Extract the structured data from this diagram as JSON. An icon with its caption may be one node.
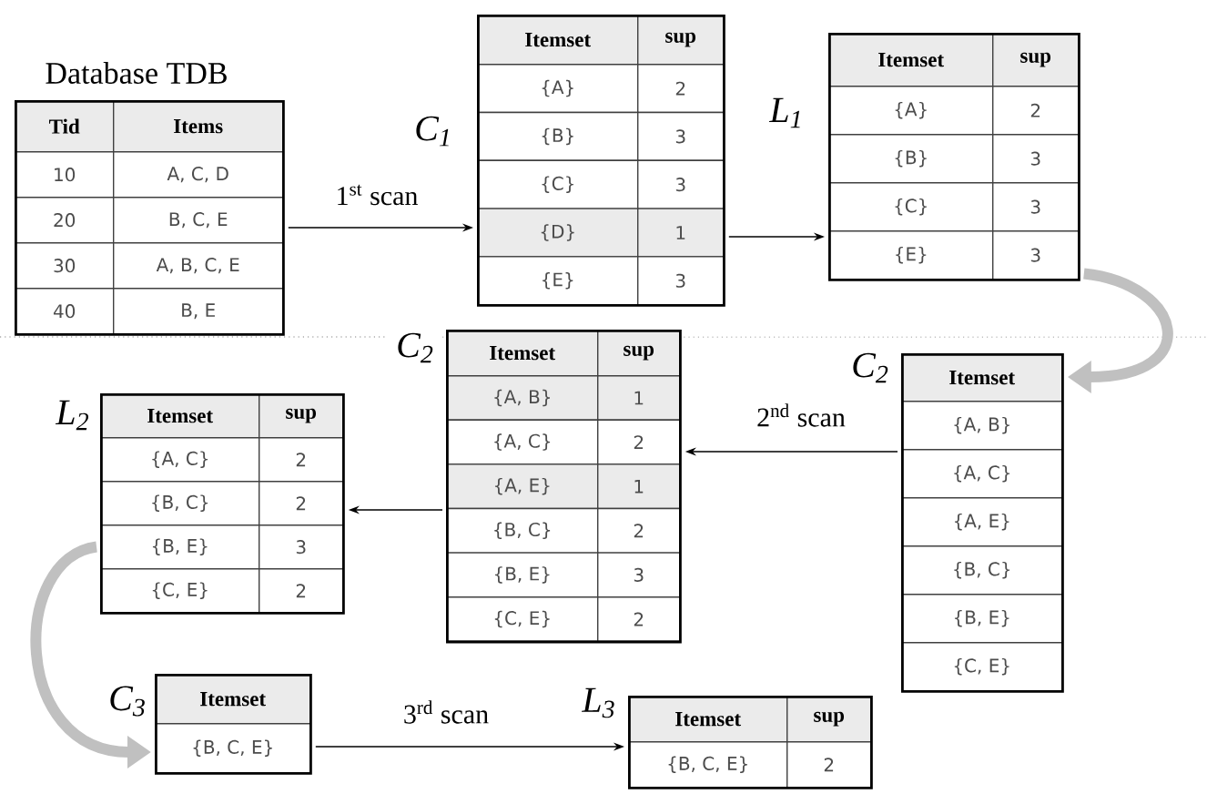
{
  "diagram": {
    "nodes": [
      {
        "text": [
          "Database TDB",
          "Tid",
          "Items",
          "10",
          "A, C, D",
          "20",
          "B, C, E",
          "30",
          "A, B, C, E",
          "40",
          "B, E"
        ]
      },
      {
        "text": [
          "C$_{1}$",
          "Itemset",
          "sup",
          "{A}",
          "2",
          "{B}",
          "3",
          "{C}",
          "3",
          "{D}",
          "1",
          "{E}",
          "3"
        ]
      },
      {
        "text": [
          "L$_{1}$",
          "Itemset",
          "sup",
          "{A}",
          "2",
          "{B}",
          "3",
          "{C}",
          "3",
          "{E}",
          "3"
        ]
      },
      {
        "text": [
          "C$_{2}$",
          "Itemset",
          "sup",
          "{A, B}",
          "1",
          "{A, C}",
          "2",
          "{A, E}",
          "1",
          "{B, C}",
          "2",
          "{B, E}",
          "3",
          "{C, E}",
          "2"
        ]
      },
      {
        "text": [
          "C$_{2}$",
          "Itemset",
          "{A, B}",
          "{A, C}",
          "{A, E}",
          "{B, C}",
          "{B, E}",
          "{C, E}"
        ]
      },
      {
        "text": [
          "L$_{2}$",
          "Itemset",
          "sup",
          "{A, C}",
          "2",
          "{B, C}",
          "2",
          "{B, E}",
          "3",
          "{C, E}",
          "2"
        ]
      },
      {
        "text": [
          "C$_{3}$",
          "Itemset",
          "{B, C, E}"
        ]
      },
      {
        "text": [
          "L$_{3}$",
          "Itemset",
          "sup",
          "{B, C, E}",
          "2"
        ]
      }
    ],
    "edges": [
      {
        "from": 0,
        "to": 1,
        "arrow": "to",
        "label": "1$^{st}$ scan"
      },
      {
        "from": 1,
        "to": 2,
        "arrow": "to"
      },
      {
        "from": 2,
        "to": 4,
        "arrow": "to",
        "style": "thick",
        "color": "#c0c0c0"
      },
      {
        "from": 4,
        "to": 3,
        "arrow": "to",
        "label": "2$^{nd}$ scan"
      },
      {
        "from": 3,
        "to": 5,
        "arrow": "to"
      },
      {
        "from": 5,
        "to": 6,
        "arrow": "to",
        "style": "thick",
        "color": "#c0c0c0"
      },
      {
        "from": 6,
        "to": 7,
        "arrow": "to",
        "label": "3$^{rd}$ scan"
      }
    ]
  }
}
